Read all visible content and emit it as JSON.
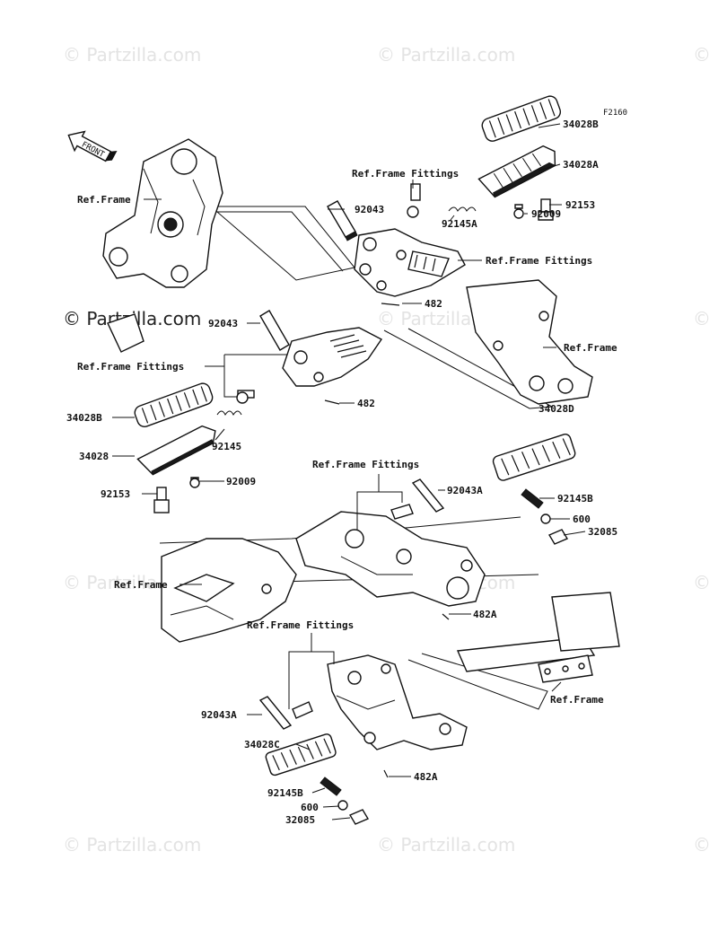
{
  "watermark": {
    "text": "© Partzilla.com"
  },
  "diagram_code": "F2160",
  "orientation_label": "FRONT",
  "labels": {
    "ref_frame_1": "Ref.Frame",
    "ref_frame_fittings_1": "Ref.Frame Fittings",
    "p92043_top": "92043",
    "p34028B_top": "34028B",
    "p34028A": "34028A",
    "p92153_top": "92153",
    "p92145A": "92145A",
    "p92009_top": "92009",
    "ref_frame_fittings_2": "Ref.Frame Fittings",
    "p482_top": "482",
    "p92043_mid": "92043",
    "ref_frame_2": "Ref.Frame",
    "ref_frame_fittings_3": "Ref.Frame Fittings",
    "p482_mid": "482",
    "p34028D": "34028D",
    "p34028B_left": "34028B",
    "p92145": "92145",
    "p34028": "34028",
    "p92009_left": "92009",
    "p92153_left": "92153",
    "ref_frame_fittings_4": "Ref.Frame Fittings",
    "p92043A_mid": "92043A",
    "p92145B_right": "92145B",
    "p600_right": "600",
    "p32085_right": "32085",
    "ref_frame_3": "Ref.Frame",
    "p482A_mid": "482A",
    "ref_frame_fittings_5": "Ref.Frame Fittings",
    "p92043A_bottom": "92043A",
    "ref_frame_4": "Ref.Frame",
    "p34028C": "34028C",
    "p482A_bottom": "482A",
    "p92145B_bottom": "92145B",
    "p600_bottom": "600",
    "p32085_bottom": "32085"
  }
}
